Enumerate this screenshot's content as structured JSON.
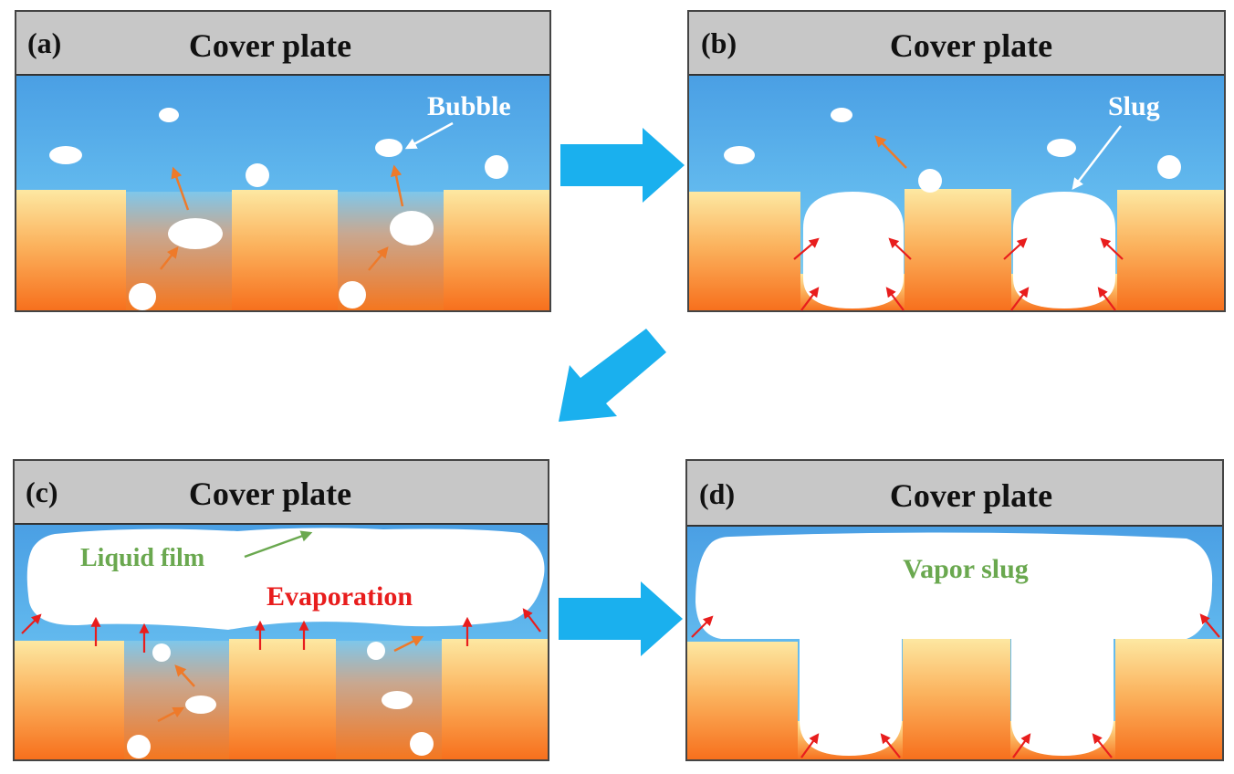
{
  "panels": {
    "a": {
      "id": "(a)",
      "header": "Cover plate",
      "annotation": "Bubble"
    },
    "b": {
      "id": "(b)",
      "header": "Cover plate",
      "annotation": "Slug"
    },
    "c": {
      "id": "(c)",
      "header": "Cover plate",
      "annotation_film": "Liquid film",
      "annotation_evap": "Evaporation"
    },
    "d": {
      "id": "(d)",
      "header": "Cover plate",
      "annotation": "Vapor slug"
    }
  },
  "colors": {
    "header_fill": "#c7c7c7",
    "liquid_top": "#4fa3e6",
    "liquid_bottom": "#6cc2f0",
    "wall_top": "#fde49a",
    "wall_bottom": "#f97a22",
    "vapor": "#ffffff",
    "flow_arrow": "#1ab0ee",
    "bubble_arrow": "#ee7a2a",
    "evap_arrow": "#e81d1d",
    "film_label": "#6aa84f",
    "evap_label": "#e81d1d"
  },
  "icons": {
    "flow_arrow": "block-arrow-icon",
    "bubble_arrow": "arrow-icon",
    "evap_arrow": "arrow-icon"
  }
}
